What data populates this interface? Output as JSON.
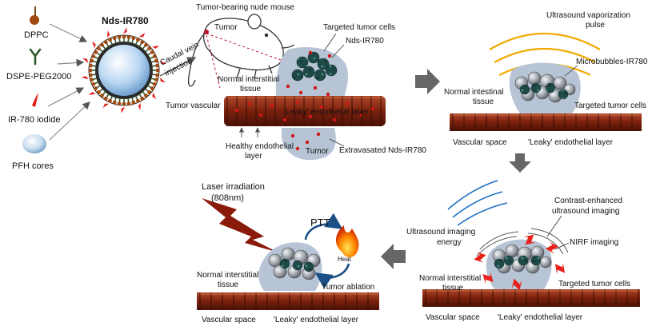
{
  "components": {
    "dppc": "DPPC",
    "dspe": "DSPE-PEG2000",
    "ir780": "IR-780 iodide",
    "pfh": "PFH cores"
  },
  "nanoparticle": {
    "title": "Nds-IR780"
  },
  "mouse": {
    "title": "Tumor-bearing nude mouse",
    "tumor": "Tumor",
    "injection_line1": "Caudal vein",
    "injection_line2": "injection"
  },
  "panel1": {
    "targeted_tumor_cells": "Targeted tumor cells",
    "nds_ir780": "Nds-IR780",
    "normal_tissue_line1": "Normal interstitial",
    "normal_tissue_line2": "tissue",
    "tumor_vascular": "Tumor vascular",
    "leaky_layer": "'Leaky' endothelial layer",
    "healthy_line1": "Healthy endothelial",
    "healthy_line2": "layer",
    "tumor": "Tumor",
    "extravasated": "Extravasated Nds-IR780"
  },
  "panel2": {
    "pulse_line1": "Ultrasound vaporization",
    "pulse_line2": "pulse",
    "microbubbles": "Microbubbles-IR780",
    "normal_line1": "Normal intestinal",
    "normal_line2": "tissue",
    "targeted": "Targeted tumor cells",
    "vascular_space": "Vascular space",
    "leaky_layer": "'Leaky' endothelial layer"
  },
  "panel3": {
    "contrast_line1": "Contrast-enhanced",
    "contrast_line2": "ultrasound imaging",
    "nirf": "NIRF imaging",
    "us_energy_line1": "Ultrasound imaging",
    "us_energy_line2": "energy",
    "normal_line1": "Normal interstitial",
    "normal_line2": "tissue",
    "targeted": "Targeted tumor cells",
    "vascular_space": "Vascular space",
    "leaky_layer": "'Leaky' endothelial layer"
  },
  "panel4": {
    "laser_line1": "Laser irradiation",
    "laser_line2": "(808nm)",
    "ptt": "PTT",
    "heat": "Heat",
    "normal_line1": "Normal interstitial",
    "normal_line2": "tissue",
    "ablation": "Tumor ablation",
    "vascular_space": "Vascular space",
    "leaky_layer": "'Leaky' endothelial layer"
  },
  "colors": {
    "vessel": "#8b2a12",
    "vessel_dark": "#4a1206",
    "tissue": "#b7c4d6",
    "bubble": "#9aa0a6",
    "cell": "#1f4a47",
    "laser": "#8a1a0a",
    "flash": "#e8221a",
    "arrow_gray": "#666666",
    "ring": "#f2a900"
  },
  "icons": {
    "flow_arrow": "block-arrow-icon",
    "laser": "lightning-bolt-icon",
    "heat": "flame-icon",
    "nirf": "red-flash-icon"
  }
}
